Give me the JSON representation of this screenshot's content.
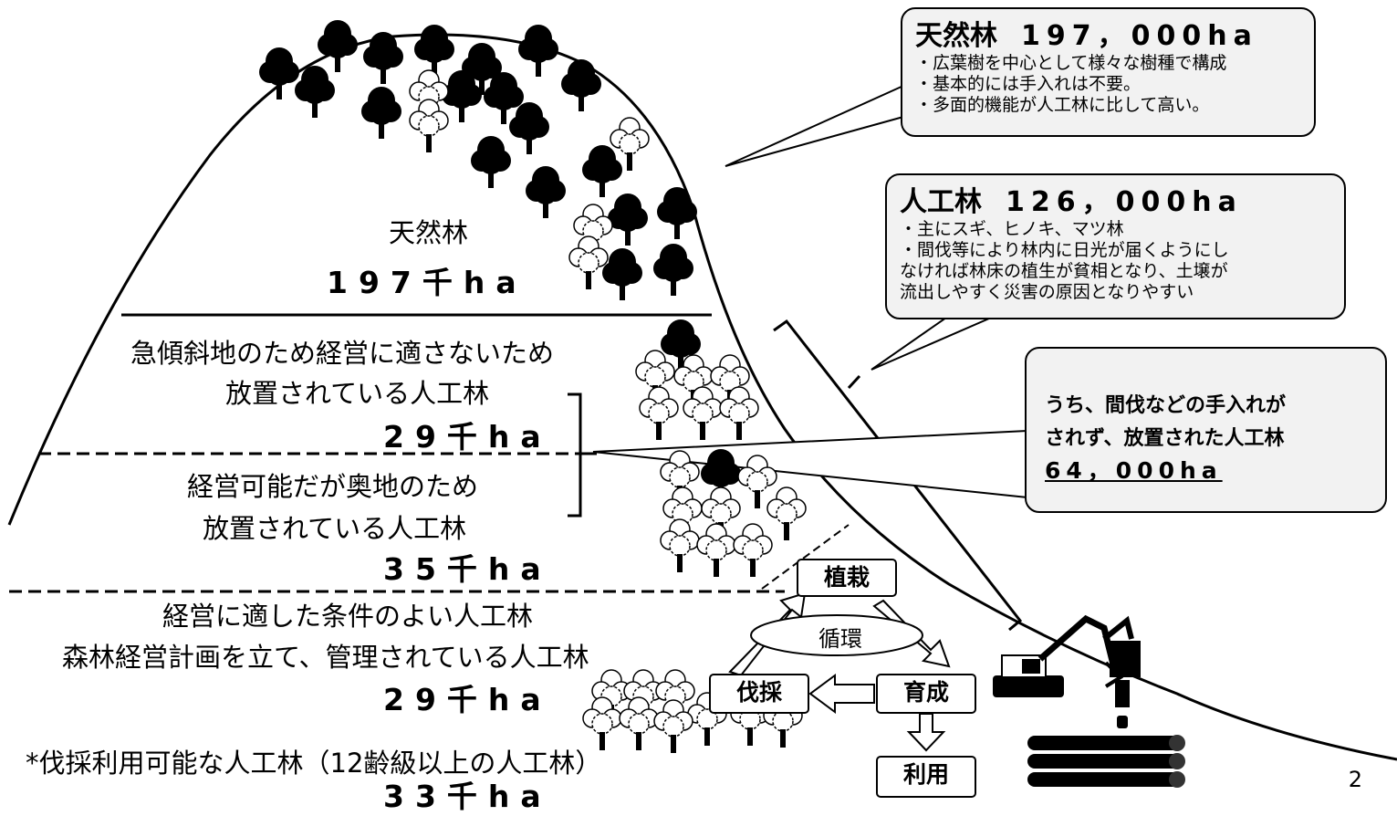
{
  "zones": {
    "natural": {
      "label": "天然林",
      "amount": "197千ha"
    },
    "steep": {
      "label_line1": "急傾斜地のため経営に適さないため",
      "label_line2": "放置されている人工林",
      "amount": "29千ha"
    },
    "remote": {
      "label_line1": "経営可能だが奥地のため",
      "label_line2": "放置されている人工林",
      "amount": "35千ha"
    },
    "managed": {
      "label_line1": "経営に適した条件のよい人工林",
      "label_line2": "森林経営計画を立て、管理されている人工林",
      "amount": "29千ha"
    },
    "harvestable": {
      "label": "*伐採利用可能な人工林（12齢級以上の人工林）",
      "amount": "33千ha"
    }
  },
  "callouts": {
    "natural": {
      "title": "天然林",
      "amount": "197，000ha",
      "bullets": [
        "・広葉樹を中心として様々な樹種で構成",
        "・基本的には手入れは不要。",
        "・多面的機能が人工林に比して高い。"
      ]
    },
    "planted": {
      "title": "人工林",
      "amount": "126，000ha",
      "bullets": [
        "・主にスギ、ヒノキ、マツ林",
        "・間伐等により林内に日光が届くようにし",
        "なければ林床の植生が貧相となり、土壌が",
        "流出しやすく災害の原因となりやすい"
      ]
    },
    "neglected": {
      "line1": "うち、間伐などの手入れが",
      "line2": "されず、放置された人工林",
      "amount": "64，000ha"
    }
  },
  "cycle": {
    "planting": "植栽",
    "circulation": "循環",
    "growing": "育成",
    "felling": "伐採",
    "use": "利用"
  },
  "page_number": "2",
  "colors": {
    "outline": "#000000",
    "callout_fill": "#f2f2f2",
    "background": "#ffffff"
  }
}
